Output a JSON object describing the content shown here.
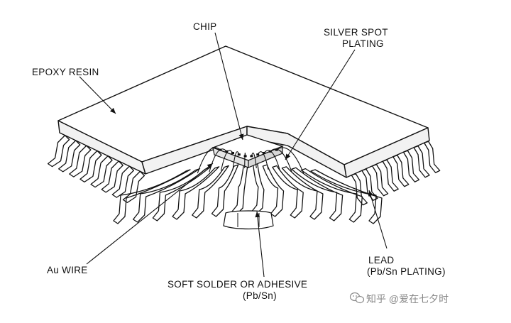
{
  "labels": {
    "chip": "CHIP",
    "silver_spot_line1": "SILVER SPOT",
    "silver_spot_line2": "PLATING",
    "epoxy_resin": "EPOXY RESIN",
    "au_wire": "Au WIRE",
    "soft_solder_line1": "SOFT SOLDER OR ADHESIVE",
    "soft_solder_line2": "(Pb/Sn)",
    "lead_line1": "LEAD",
    "lead_line2": "(Pb/Sn PLATING)"
  },
  "watermark": {
    "text": "知乎 @爱在七夕时",
    "icon": "wechat-icon"
  },
  "colors": {
    "ink": "#111111",
    "paper": "#ffffff",
    "watermark": "#8a8a8a"
  }
}
